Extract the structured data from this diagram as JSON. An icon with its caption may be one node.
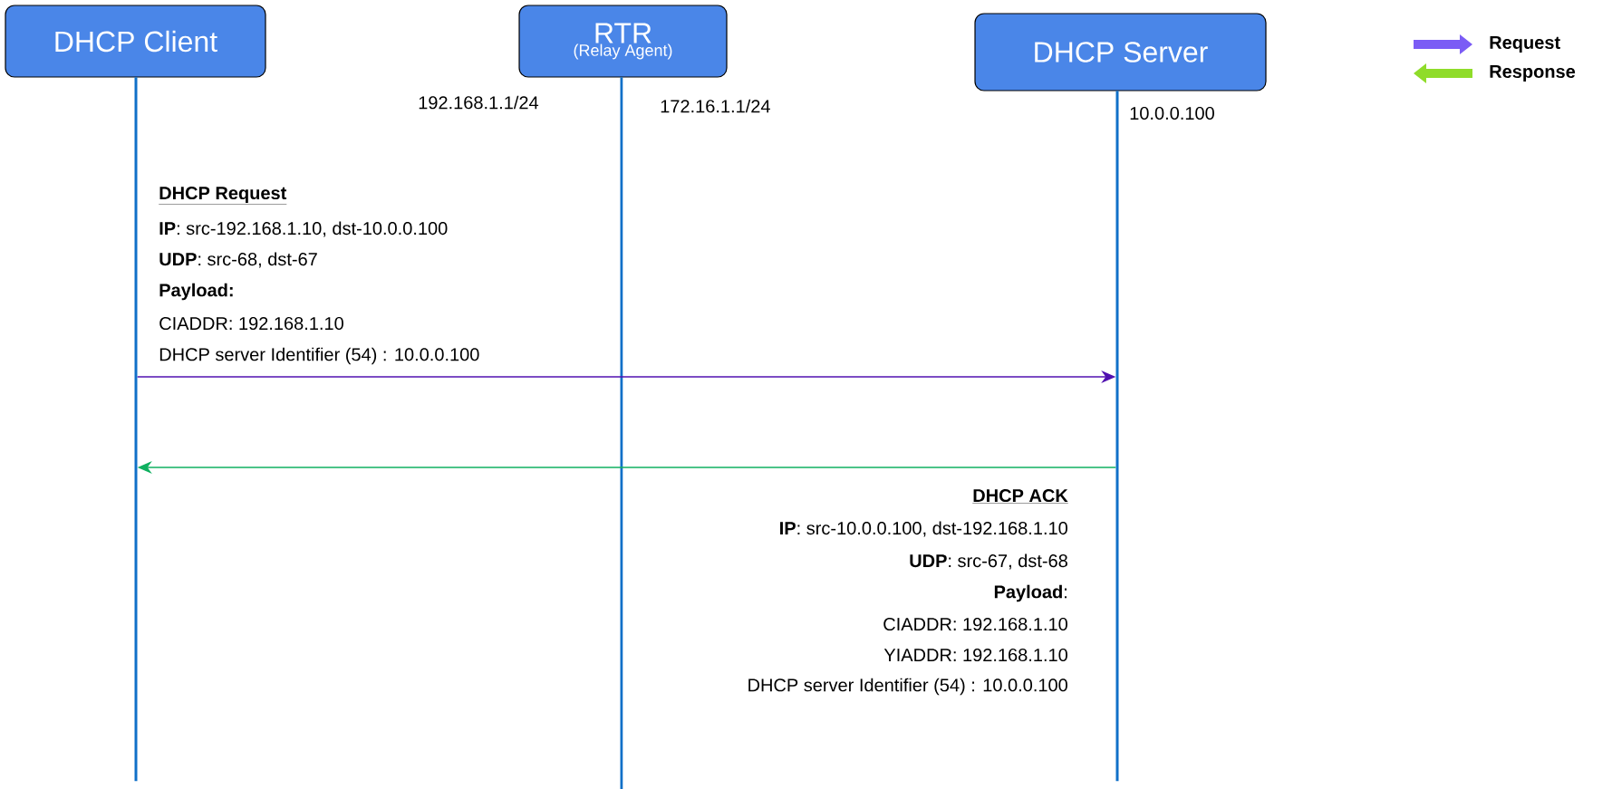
{
  "diagram": {
    "nodes": [
      {
        "text": [
          "DHCP Client"
        ]
      },
      {
        "text": [
          "RTR",
          "(Relay Agent)"
        ]
      },
      {
        "text": [
          "DHCP Server"
        ]
      },
      {
        "text": [],
        "shape": "bar"
      },
      {
        "text": [],
        "shape": "bar"
      },
      {
        "text": [],
        "shape": "bar"
      }
    ],
    "edges": [
      {
        "from": 3,
        "to": 5,
        "arrow": "to",
        "color": "#5010b0"
      },
      {
        "from": 5,
        "to": 3,
        "arrow": "to",
        "color": "#10b060"
      }
    ],
    "labels": [
      "192.168.1.1/24",
      "172.16.1.1/24",
      "10.0.0.100",
      "DHCP Request",
      "**IP**: src-192.168.1.10,  dst-10.0.0.100",
      "**UDP**: src-68, dst-67",
      "**Payload:**",
      "CIADDR: 192.168.1.10",
      "DHCP server Identifier (54) : 10.0.0.100",
      "DHCP ACK",
      "**IP**: src-10.0.0.100,  dst-192.168.1.10",
      "**UDP**: src-67, dst-68",
      "**Payload**:",
      "CIADDR: 192.168.1.10",
      "YIADDR: 192.168.1.10",
      "DHCP server Identifier (54) : 10.0.0.100"
    ],
    "legend": [
      {
        "text": "Request",
        "color": "#7b5cf5"
      },
      {
        "text": "Response",
        "color": "#8fdc2a"
      }
    ]
  }
}
